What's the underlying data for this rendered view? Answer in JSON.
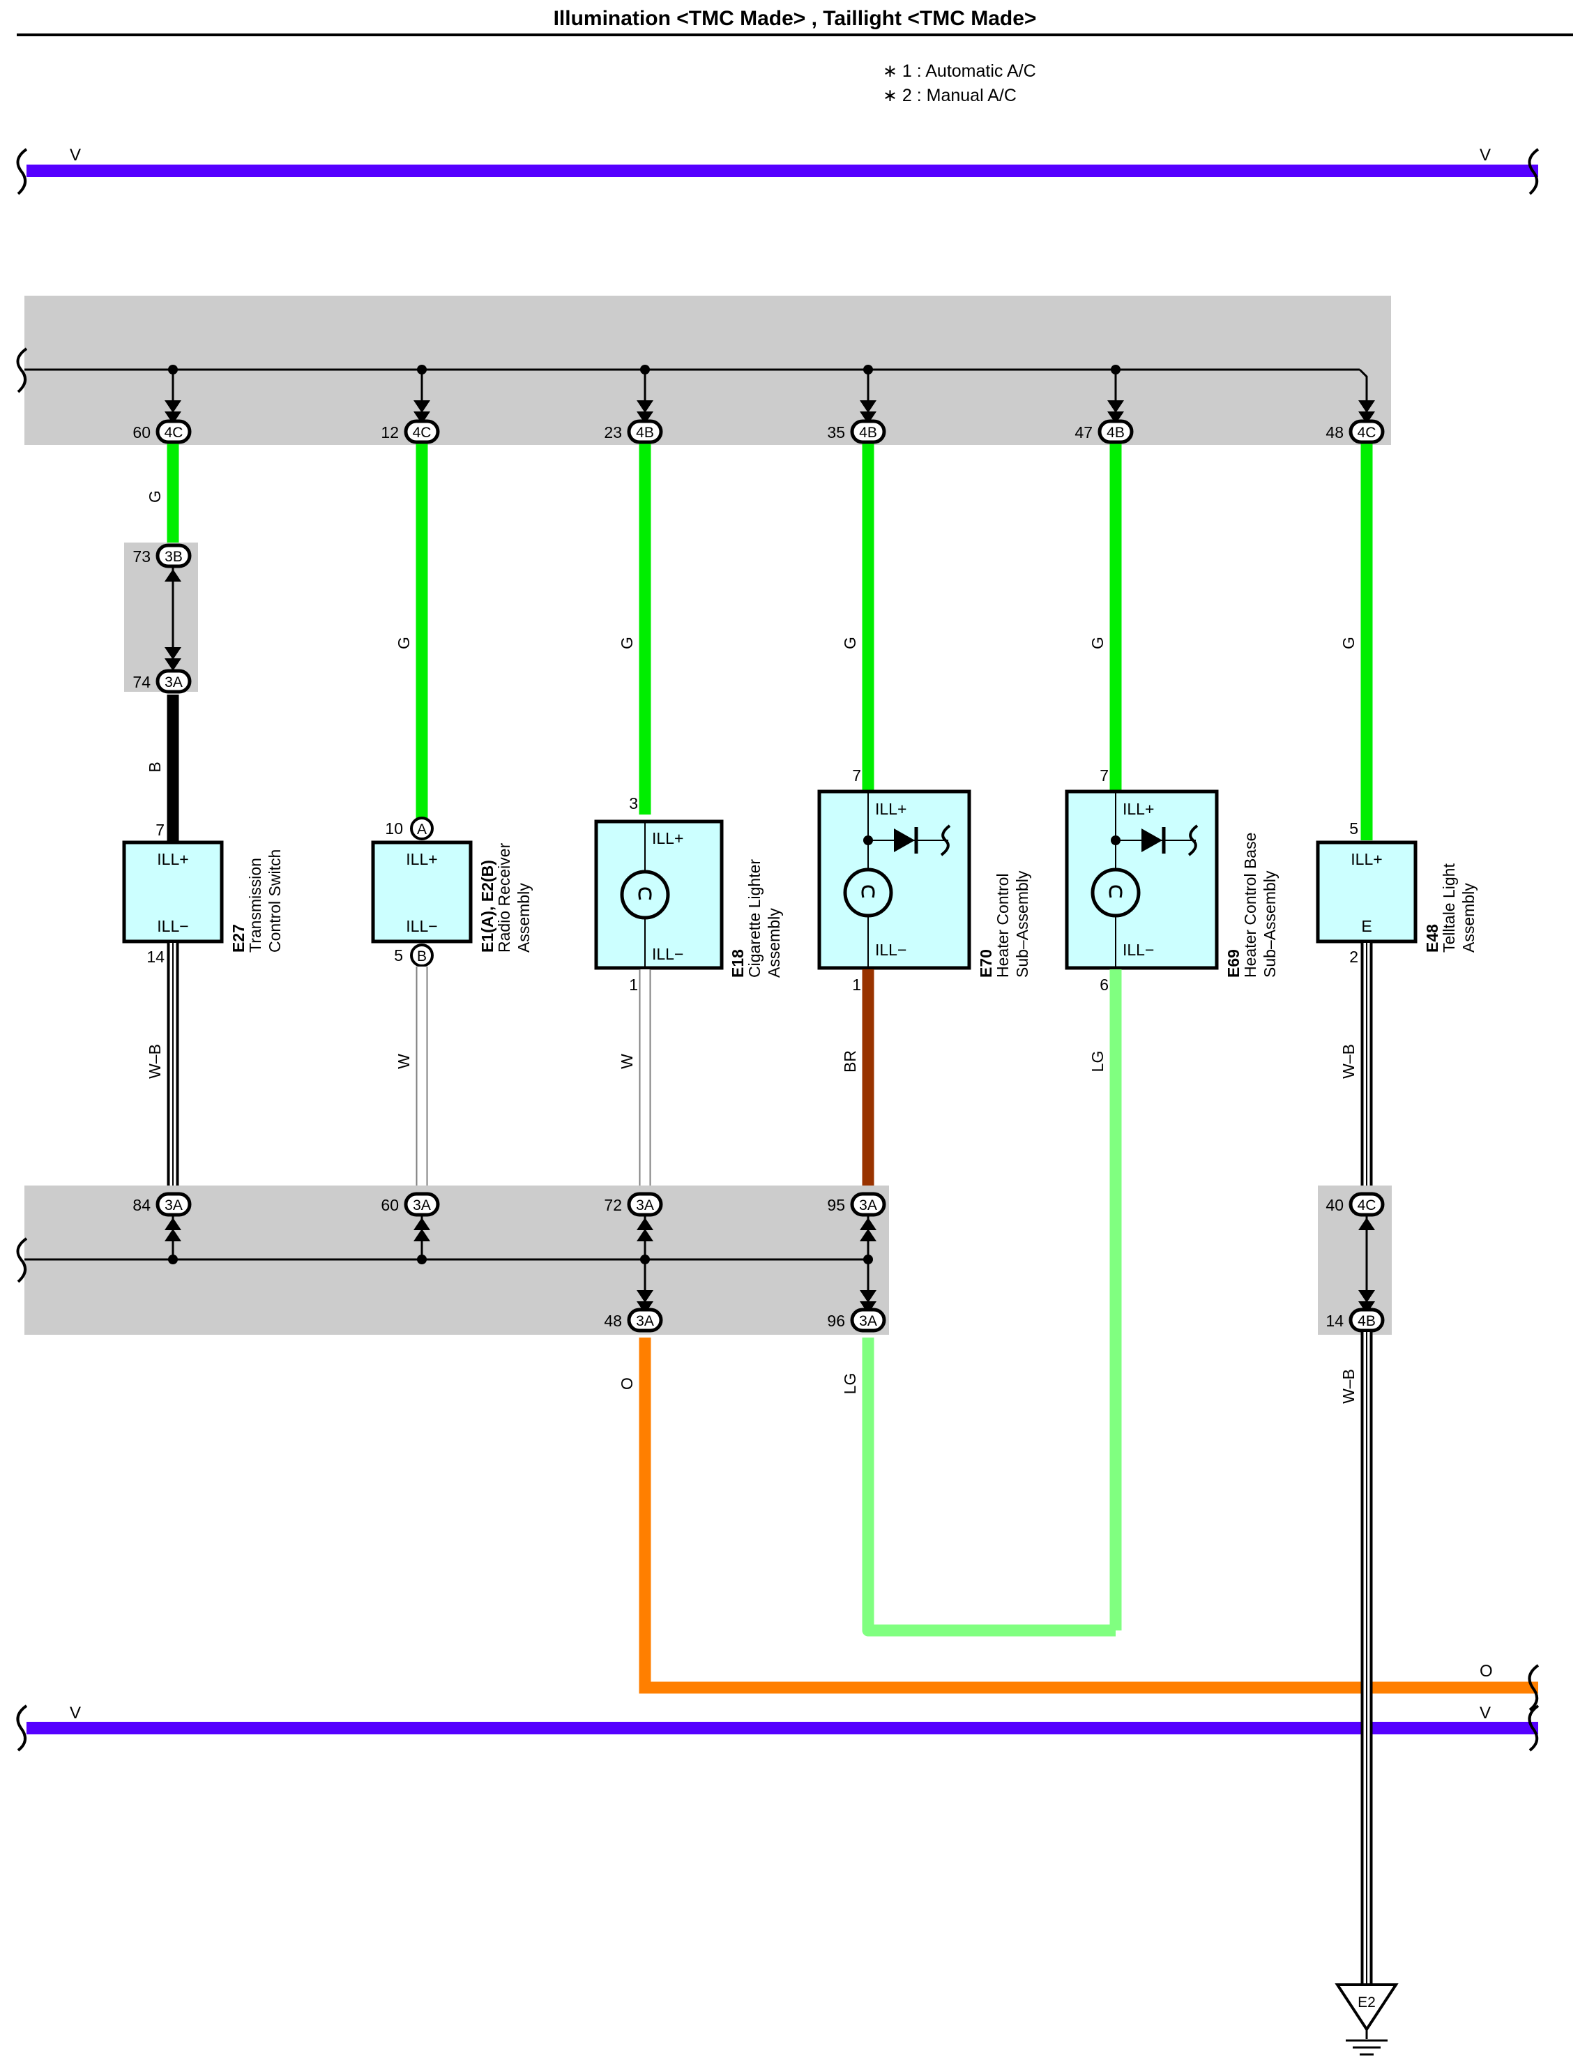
{
  "title": "Illumination <TMC Made> , Taillight <TMC Made>",
  "notes": [
    "∗ 1 : Automatic A/C",
    "∗ 2 : Manual A/C"
  ],
  "bus_top": {
    "left_label": "V",
    "right_label": "V",
    "color": "#5500ff"
  },
  "bus_bottom": {
    "left_label": "V",
    "right_label": "V",
    "color": "#5500ff"
  },
  "orange_bus": {
    "right_label": "O",
    "color": "#ff7f00"
  },
  "ground": {
    "label": "E2"
  },
  "top_connectors": [
    {
      "pin": "60",
      "conn": "4C"
    },
    {
      "pin": "12",
      "conn": "4C"
    },
    {
      "pin": "23",
      "conn": "4B"
    },
    {
      "pin": "35",
      "conn": "4B"
    },
    {
      "pin": "47",
      "conn": "4B"
    },
    {
      "pin": "48",
      "conn": "4C"
    }
  ],
  "upper_wires": [
    "G",
    "G",
    "G",
    "G",
    "G",
    "G"
  ],
  "mid_connectors": [
    {
      "pin": "73",
      "conn": "3B"
    },
    {
      "pin": "74",
      "conn": "3A"
    }
  ],
  "mid_wire": "B",
  "components": [
    {
      "code": "E27",
      "name": [
        "Transmission",
        "Control Switch"
      ],
      "top_label": "ILL+",
      "bottom_label": "ILL−",
      "pin_in": "7",
      "pin_out": "14"
    },
    {
      "code": "E1(A), E2(B)",
      "name": [
        "Radio Receiver",
        "Assembly"
      ],
      "top_label": "ILL+",
      "bottom_label": "ILL−",
      "pin_in": "10",
      "pin_out": "5",
      "circle_in": "A",
      "circle_out": "B"
    },
    {
      "code": "E18",
      "name": [
        "Cigarette Lighter",
        "Assembly"
      ],
      "top_label": "ILL+",
      "bottom_label": "ILL−",
      "pin_in": "3",
      "pin_out": "1"
    },
    {
      "code": "E70",
      "name": [
        "Heater Control",
        "Sub–Assembly"
      ],
      "top_label": "ILL+",
      "bottom_label": "ILL−",
      "pin_in": "7",
      "pin_out": "1"
    },
    {
      "code": "E69",
      "name": [
        "Heater Control Base",
        "Sub–Assembly"
      ],
      "top_label": "ILL+",
      "bottom_label": "ILL−",
      "pin_in": "7",
      "pin_out": "6"
    },
    {
      "code": "E48",
      "name": [
        "Telltale Light",
        "Assembly"
      ],
      "top_label": "ILL+",
      "bottom_label": "E",
      "pin_in": "5",
      "pin_out": "2"
    }
  ],
  "lower_wires": [
    "W–B",
    "W",
    "W",
    "BR",
    "LG",
    "W–B"
  ],
  "bottom_connectors_upper": [
    {
      "pin": "84",
      "conn": "3A"
    },
    {
      "pin": "60",
      "conn": "3A"
    },
    {
      "pin": "72",
      "conn": "3A"
    },
    {
      "pin": "95",
      "conn": "3A"
    },
    {
      "pin": "40",
      "conn": "4C"
    }
  ],
  "bottom_connectors_lower": [
    {
      "pin": "48",
      "conn": "3A"
    },
    {
      "pin": "96",
      "conn": "3A"
    },
    {
      "pin": "14",
      "conn": "4B"
    }
  ],
  "exit_wires": [
    "O",
    "LG",
    "W–B"
  ]
}
